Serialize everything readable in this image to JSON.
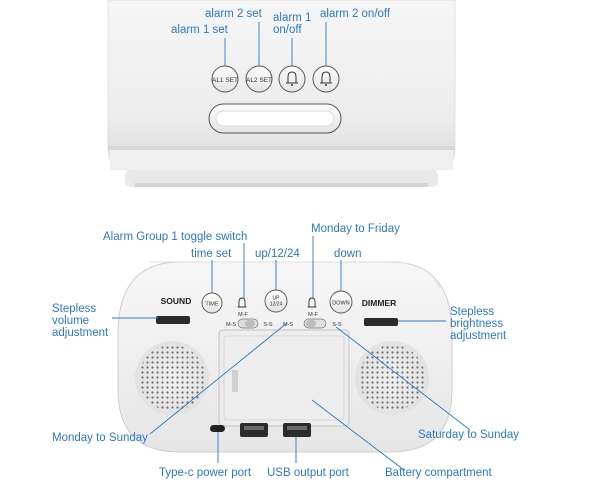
{
  "top_labels": {
    "alarm1_set": "alarm 1 set",
    "alarm2_set": "alarm 2 set",
    "alarm1_onoff": "alarm 1 on/off",
    "alarm2_onoff": "alarm 2 on/off"
  },
  "top_buttons": {
    "al1_set": "AL1  SET",
    "al2_set": "AL2  SET"
  },
  "bottom_labels": {
    "alarm_group_toggle": "Alarm Group 1 toggle switch",
    "monday_to_friday": "Monday to Friday",
    "time_set": "time set",
    "up_12_24": "up/12/24",
    "down": "down",
    "stepless_volume": "Stepless volume adjustment",
    "stepless_brightness": "Stepless brightness adjustment",
    "monday_to_sunday": "Monday to Sunday",
    "saturday_to_sunday": "Saturday to Sunday",
    "typec_port": "Type-c power port",
    "usb_port": "USB output port",
    "battery": "Battery compartment"
  },
  "back_panel": {
    "sound": "SOUND",
    "dimmer": "DIMMER",
    "time_btn": "TIME",
    "up_btn_line1": "UP",
    "up_btn_line2": "12/24",
    "down_btn": "DOWN",
    "mf_left": "M-F",
    "ms_left": "M-S",
    "ss_left": "S-S",
    "mf_right": "M-F",
    "ms_right": "M-S",
    "ss_right": "S-S"
  },
  "colors": {
    "label": "#2c79c6",
    "device": "#f3f3f3"
  }
}
